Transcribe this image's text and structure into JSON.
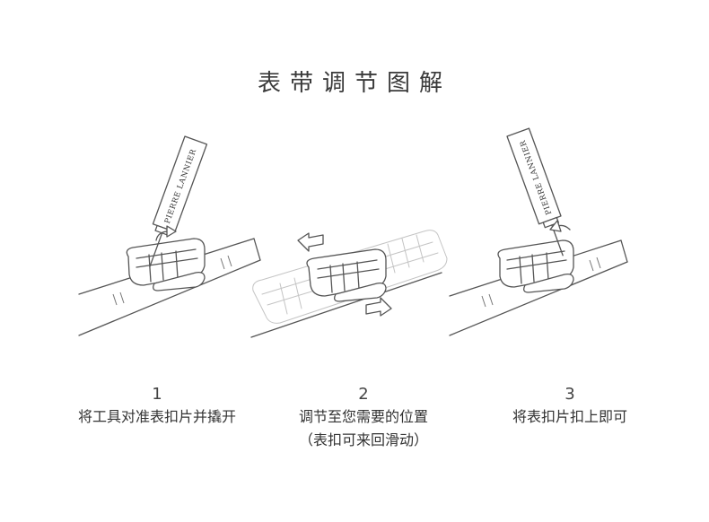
{
  "title": "表带调节图解",
  "tool_brand": "PIERRE LANNIER",
  "steps": [
    {
      "number": "1",
      "lines": [
        "将工具对准表扣片并撬开"
      ]
    },
    {
      "number": "2",
      "lines": [
        "调节至您需要的位置",
        "（表扣可来回滑动）"
      ]
    },
    {
      "number": "3",
      "lines": [
        "将表扣片扣上即可"
      ]
    }
  ],
  "colors": {
    "line": "#555555",
    "ghost": "#c4c4c4",
    "text": "#333333"
  },
  "icons": [
    "arrow-left-icon",
    "arrow-right-icon",
    "curved-arrow-icon"
  ]
}
